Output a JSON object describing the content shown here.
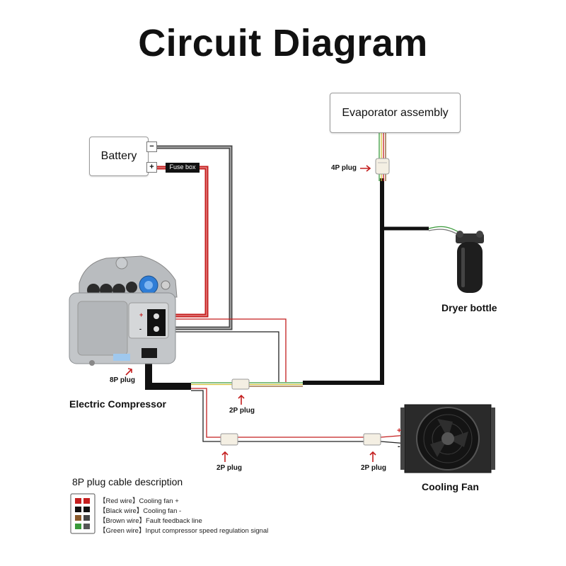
{
  "title": "Circuit Diagram",
  "battery": {
    "label": "Battery",
    "neg": "−",
    "pos": "+"
  },
  "fuse_box": "Fuse box",
  "evaporator": "Evaporator assembly",
  "plugs": {
    "four_p": "4P plug",
    "eight_p": "8P plug",
    "two_p_a": "2P plug",
    "two_p_b": "2P plug",
    "two_p_c": "2P plug"
  },
  "components": {
    "dryer": "Dryer bottle",
    "compressor": "Electric Compressor",
    "fan": "Cooling Fan",
    "fan_pos": "+",
    "fan_neg": "-"
  },
  "legend": {
    "title": "8P plug cable description",
    "rows": [
      {
        "wire": "【Red wire】",
        "desc": "Cooling fan +"
      },
      {
        "wire": "【Black wire】",
        "desc": "Cooling fan -"
      },
      {
        "wire": "【Brown wire】",
        "desc": "Fault feedback line"
      },
      {
        "wire": "【Green wire】",
        "desc": "Input compressor speed regulation signal"
      }
    ]
  },
  "colors": {
    "red": "#c41e1e",
    "black": "#111111",
    "grey": "#555555",
    "green": "#3a9a3a",
    "brown": "#8a5a2b",
    "yellow": "#d4c23a"
  }
}
